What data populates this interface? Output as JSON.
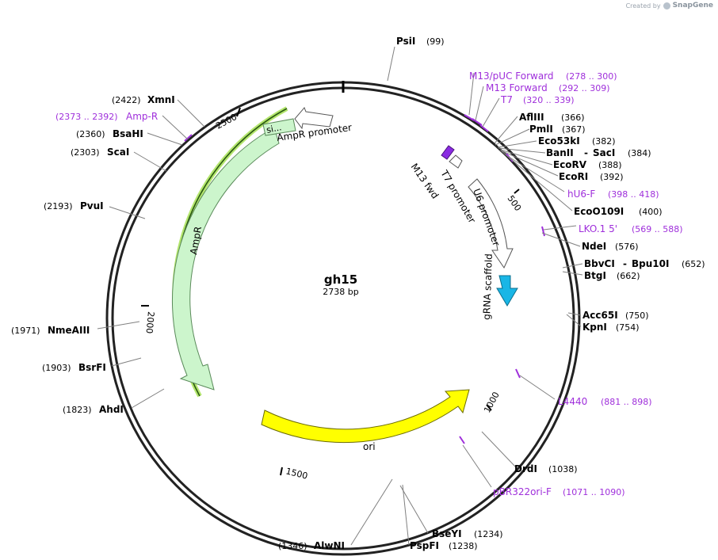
{
  "watermark": {
    "prefix": "Created by",
    "brand": "SnapGene"
  },
  "plasmid": {
    "name": "gh15",
    "length_label": "2738 bp"
  },
  "ticks": [
    "500",
    "1000",
    "1500",
    "2000",
    "2500"
  ],
  "sites": [
    {
      "name": "PsiI",
      "pos": "(99)"
    },
    {
      "name": "AflIII",
      "pos": "(366)"
    },
    {
      "name": "PmlI",
      "pos": "(367)"
    },
    {
      "name": "Eco53kI",
      "pos": "(382)"
    },
    {
      "name": "BanII",
      "name2": "SacI",
      "pos": "(384)"
    },
    {
      "name": "EcoRV",
      "pos": "(388)"
    },
    {
      "name": "EcoRI",
      "pos": "(392)"
    },
    {
      "name": "EcoO109I",
      "pos": "(400)"
    },
    {
      "name": "NdeI",
      "pos": "(576)"
    },
    {
      "name": "BbvCI",
      "name2": "Bpu10I",
      "pos": "(652)"
    },
    {
      "name": "BtgI",
      "pos": "(662)"
    },
    {
      "name": "Acc65I",
      "pos": "(750)"
    },
    {
      "name": "KpnI",
      "pos": "(754)"
    },
    {
      "name": "DrdI",
      "pos": "(1038)"
    },
    {
      "name": "BseYI",
      "pos": "(1234)"
    },
    {
      "name": "PspFI",
      "pos": "(1238)"
    },
    {
      "name": "AlwNI",
      "pos": "(1346)"
    },
    {
      "name": "AhdI",
      "pos": "(1823)"
    },
    {
      "name": "BsrFI",
      "pos": "(1903)"
    },
    {
      "name": "NmeAIII",
      "pos": "(1971)"
    },
    {
      "name": "PvuI",
      "pos": "(2193)"
    },
    {
      "name": "ScaI",
      "pos": "(2303)"
    },
    {
      "name": "BsaHI",
      "pos": "(2360)"
    },
    {
      "name": "XmnI",
      "pos": "(2422)"
    }
  ],
  "primers": [
    {
      "name": "M13/pUC Forward",
      "pos": "(278 .. 300)"
    },
    {
      "name": "M13 Forward",
      "pos": "(292 .. 309)"
    },
    {
      "name": "T7",
      "pos": "(320 .. 339)"
    },
    {
      "name": "hU6-F",
      "pos": "(398 .. 418)"
    },
    {
      "name": "LKO.1 5'",
      "pos": "(569 .. 588)"
    },
    {
      "name": "L4440",
      "pos": "(881 .. 898)"
    },
    {
      "name": "pBR322ori-F",
      "pos": "(1071 .. 1090)"
    },
    {
      "name": "Amp-R",
      "pos": "(2373 .. 2392)"
    }
  ],
  "features": {
    "ampr": "AmpR",
    "ampr_promoter": "AmpR promoter",
    "signal": "si...",
    "ori": "ori",
    "m13_fwd": "M13 fwd",
    "t7_promoter": "T7 promoter",
    "u6_promoter": "U6 promoter",
    "grna_scaffold": "gRNA scaffold"
  },
  "colors": {
    "backbone": "#222222",
    "ampr_fill": "#ccf5cc",
    "ori_fill": "#ffff00",
    "primer": "#9f2fdb",
    "grna": "#19b6e6",
    "m13": "#8a2be2",
    "highlight": "#b4e66e"
  }
}
